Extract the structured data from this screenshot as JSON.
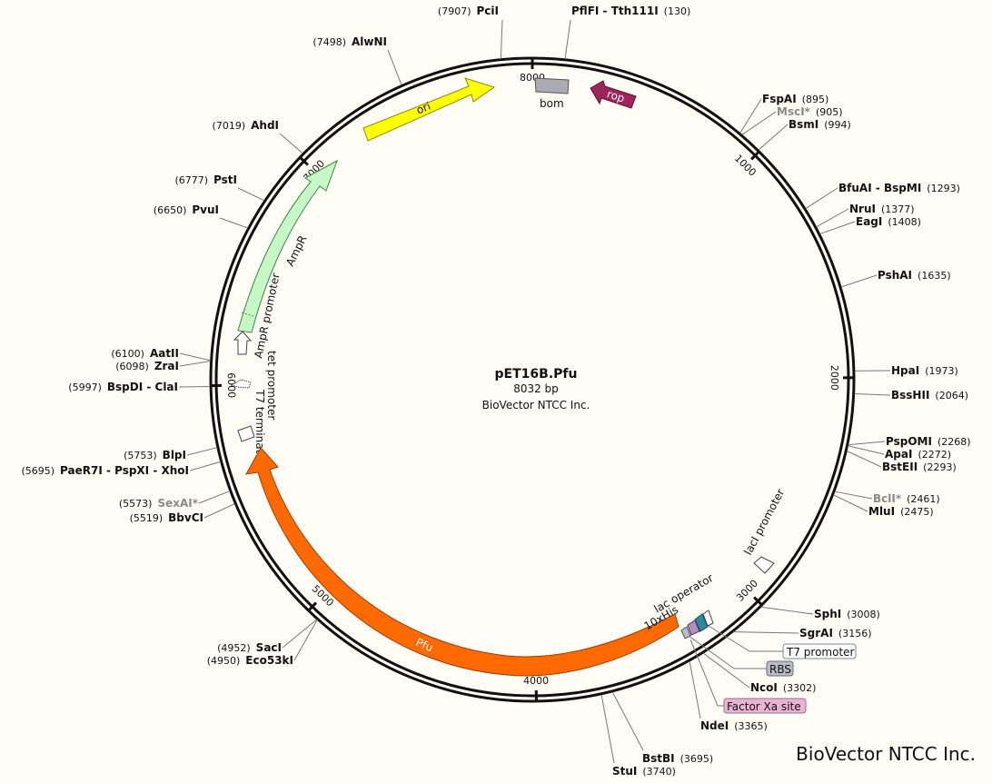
{
  "plasmid": {
    "name": "pET16B.Pfu",
    "length_text": "8032 bp",
    "owner": "BioVector NTCC Inc.",
    "total_bp": 8032
  },
  "brand": "BioVector NTCC Inc.",
  "ticks": [
    {
      "bp": 0,
      "label": "8000"
    },
    {
      "bp": 1000,
      "label": "1000"
    },
    {
      "bp": 2000,
      "label": "2000"
    },
    {
      "bp": 3000,
      "label": "3000"
    },
    {
      "bp": 4000,
      "label": "4000"
    },
    {
      "bp": 5000,
      "label": "5000"
    },
    {
      "bp": 6000,
      "label": "6000"
    },
    {
      "bp": 7000,
      "label": "7000"
    }
  ],
  "sites": [
    {
      "name": "PciI",
      "pos": "(7907)",
      "bp": 7907
    },
    {
      "name": "PflFI - Tth111I",
      "pos": "(130)",
      "bp": 130
    },
    {
      "name": "AlwNI",
      "pos": "(7498)",
      "bp": 7498
    },
    {
      "name": "AhdI",
      "pos": "(7019)",
      "bp": 7019
    },
    {
      "name": "PstI",
      "pos": "(6777)",
      "bp": 6777
    },
    {
      "name": "PvuI",
      "pos": "(6650)",
      "bp": 6650
    },
    {
      "name": "AatII",
      "pos": "(6100)",
      "bp": 6100
    },
    {
      "name": "ZraI",
      "pos": "(6098)",
      "bp": 6098
    },
    {
      "name": "BspDI - ClaI",
      "pos": "(5997)",
      "bp": 5997
    },
    {
      "name": "BlpI",
      "pos": "(5753)",
      "bp": 5753
    },
    {
      "name": "PaeR7I - PspXI - XhoI",
      "pos": "(5695)",
      "bp": 5695
    },
    {
      "name": "SexAI*",
      "pos": "(5573)",
      "bp": 5573,
      "gray": true
    },
    {
      "name": "BbvCI",
      "pos": "(5519)",
      "bp": 5519
    },
    {
      "name": "SacI",
      "pos": "(4952)",
      "bp": 4952
    },
    {
      "name": "Eco53kI",
      "pos": "(4950)",
      "bp": 4950
    },
    {
      "name": "FspAI",
      "pos": "(895)",
      "bp": 895
    },
    {
      "name": "MscI*",
      "pos": "(905)",
      "bp": 905,
      "gray": true
    },
    {
      "name": "BsmI",
      "pos": "(994)",
      "bp": 994
    },
    {
      "name": "BfuAI - BspMI",
      "pos": "(1293)",
      "bp": 1293
    },
    {
      "name": "NruI",
      "pos": "(1377)",
      "bp": 1377
    },
    {
      "name": "EagI",
      "pos": "(1408)",
      "bp": 1408
    },
    {
      "name": "PshAI",
      "pos": "(1635)",
      "bp": 1635
    },
    {
      "name": "HpaI",
      "pos": "(1973)",
      "bp": 1973
    },
    {
      "name": "BssHII",
      "pos": "(2064)",
      "bp": 2064
    },
    {
      "name": "PspOMI",
      "pos": "(2268)",
      "bp": 2268
    },
    {
      "name": "ApaI",
      "pos": "(2272)",
      "bp": 2272
    },
    {
      "name": "BstEII",
      "pos": "(2293)",
      "bp": 2293
    },
    {
      "name": "BclI*",
      "pos": "(2461)",
      "bp": 2461,
      "gray": true
    },
    {
      "name": "MluI",
      "pos": "(2475)",
      "bp": 2475
    },
    {
      "name": "SphI",
      "pos": "(3008)",
      "bp": 3008
    },
    {
      "name": "SgrAI",
      "pos": "(3156)",
      "bp": 3156
    },
    {
      "name": "NcoI",
      "pos": "(3302)",
      "bp": 3302
    },
    {
      "name": "NdeI",
      "pos": "(3365)",
      "bp": 3365
    },
    {
      "name": "BstBI",
      "pos": "(3695)",
      "bp": 3695
    },
    {
      "name": "StuI",
      "pos": "(3740)",
      "bp": 3740
    }
  ],
  "features": [
    {
      "id": "ori",
      "label": "ori",
      "color": "#ffff00",
      "stroke": "#8a8a00"
    },
    {
      "id": "bom",
      "label": "bom",
      "color": "#a8aab4",
      "stroke": "#555555"
    },
    {
      "id": "rop",
      "label": "rop",
      "color": "#a0245a",
      "stroke": "#5a1030"
    },
    {
      "id": "ampr",
      "label": "AmpR",
      "color": "#c6f7c6",
      "stroke": "#3a8a3a"
    },
    {
      "id": "ampr-promoter",
      "label": "AmpR promoter",
      "color": "#ffffff",
      "stroke": "#444444"
    },
    {
      "id": "tet-promoter",
      "label": "tet promoter",
      "color": "#ffffff",
      "stroke": "#444444"
    },
    {
      "id": "t7-terminator",
      "label": "T7 terminator",
      "color": "#ffffff",
      "stroke": "#444444"
    },
    {
      "id": "pfu",
      "label": "Pfu",
      "color": "#ff6a00",
      "stroke": "#a03a00"
    },
    {
      "id": "laci-promoter",
      "label": "lacI promoter",
      "color": "#ffffff",
      "stroke": "#444444"
    },
    {
      "id": "lac-operator",
      "label": "lac operator",
      "color": "#2a8aa0",
      "stroke": "#1a4a55"
    },
    {
      "id": "his-tag",
      "label": "10xHis",
      "color": "#b090c0",
      "stroke": "#553366"
    }
  ],
  "boxed_labels": [
    {
      "id": "t7-promoter",
      "label": "T7 promoter",
      "fill": "#ffffff",
      "stroke": "#7a8a9a"
    },
    {
      "id": "rbs",
      "label": "RBS",
      "fill": "#b8bcc4",
      "stroke": "#6a6e78"
    },
    {
      "id": "factor-xa",
      "label": "Factor Xa site",
      "fill": "#e8b4d0",
      "stroke": "#a07090"
    }
  ]
}
